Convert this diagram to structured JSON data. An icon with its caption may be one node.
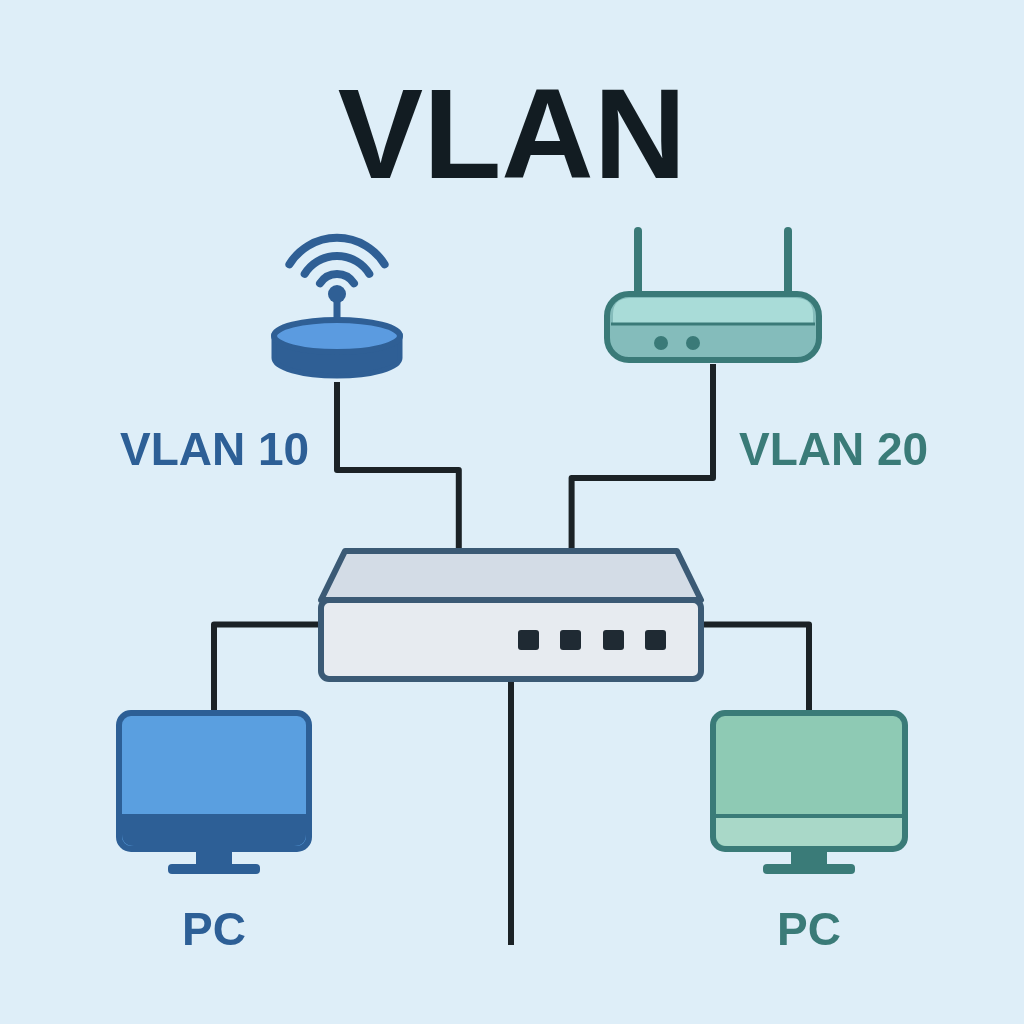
{
  "diagram": {
    "title": "VLAN",
    "nodes": [
      {
        "text": [],
        "shape": "picture",
        "beside": [
          "VLAN 10"
        ]
      },
      {
        "text": [],
        "shape": "picture",
        "beside": [
          "VLAN 20"
        ]
      },
      {
        "text": [],
        "shape": "picture"
      },
      {
        "text": [],
        "shape": "picture",
        "beside": [
          "PC"
        ]
      },
      {
        "text": [],
        "shape": "picture",
        "beside": [
          "PC"
        ]
      }
    ],
    "edges": [
      {
        "from": 0,
        "to": 2,
        "arrow": "none"
      },
      {
        "from": 1,
        "to": 2,
        "arrow": "none"
      },
      {
        "from": 2,
        "to": 3,
        "arrow": "none"
      },
      {
        "from": 2,
        "to": 4,
        "arrow": "none"
      },
      {
        "from": 2,
        "to": null,
        "arrow": "none"
      }
    ]
  }
}
